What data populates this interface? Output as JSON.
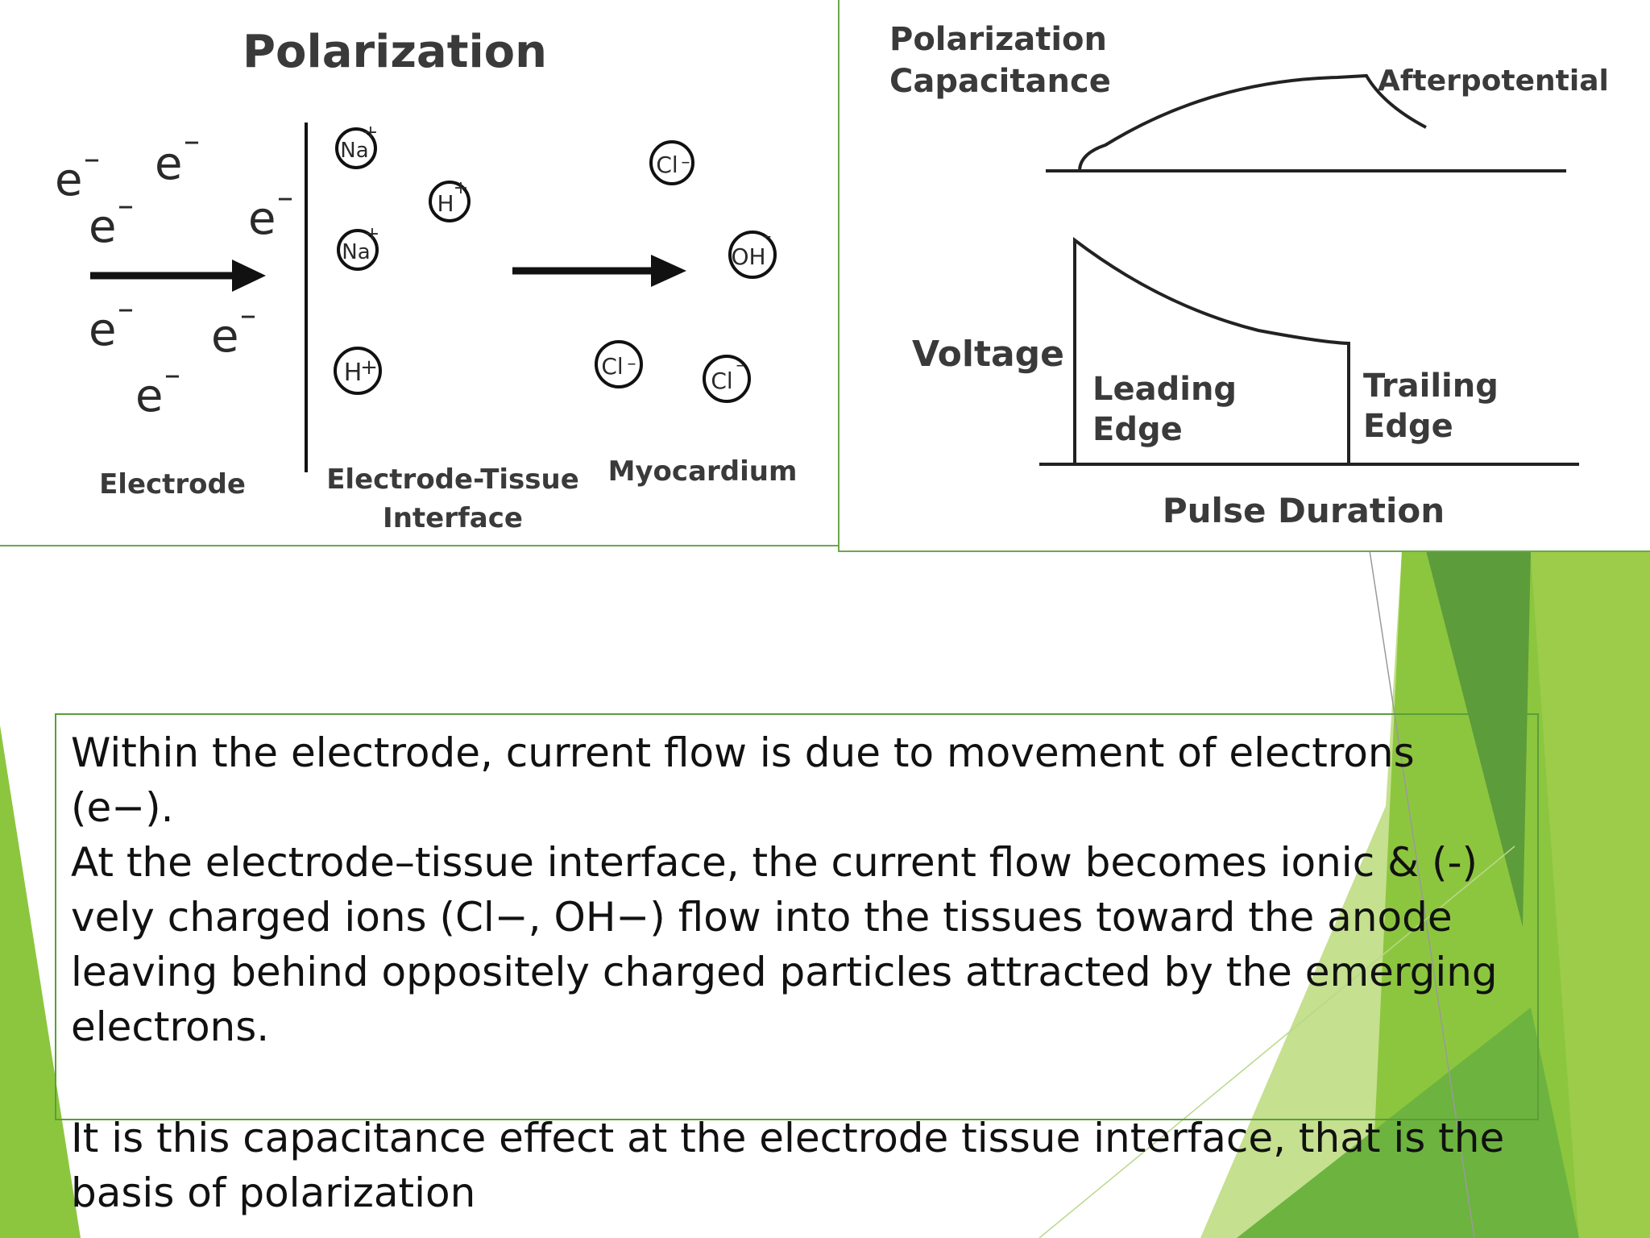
{
  "diagram_left": {
    "title": "Polarization",
    "electron_symbol": "e",
    "electron_sign": "–",
    "ions": {
      "na_plus": "Na",
      "h_plus": "H",
      "cl_minus": "Cl",
      "oh_minus": "OH",
      "plus_sign": "+",
      "minus_sign": "–"
    },
    "labels": {
      "electrode": "Electrode",
      "interface_line1": "Electrode-Tissue",
      "interface_line2": "Interface",
      "myocardium": "Myocardium"
    }
  },
  "diagram_right": {
    "labels": {
      "polarization": "Polarization",
      "capacitance": "Capacitance",
      "afterpotential": "Afterpotential",
      "voltage": "Voltage",
      "leading": "Leading",
      "leading_edge": "Edge",
      "trailing": "Trailing",
      "trailing_edge": "Edge",
      "pulse_duration": "Pulse Duration"
    }
  },
  "text": {
    "paragraph_1": "Within the electrode, current flow is due to movement of electrons (e−).",
    "paragraph_2": "At the electrode–tissue interface, the current flow becomes ionic & (-) vely charged ions (Cl−, OH−) flow into the tissues toward the anode leaving behind oppositely charged particles attracted by the emerging electrons.",
    "paragraph_3": "It is this capacitance effect at the electrode tissue interface, that is the basis of polarization"
  },
  "colors": {
    "accent_green": "#8cc63f",
    "dark_green": "#5a9e3a",
    "light_green": "#c5e08f"
  }
}
